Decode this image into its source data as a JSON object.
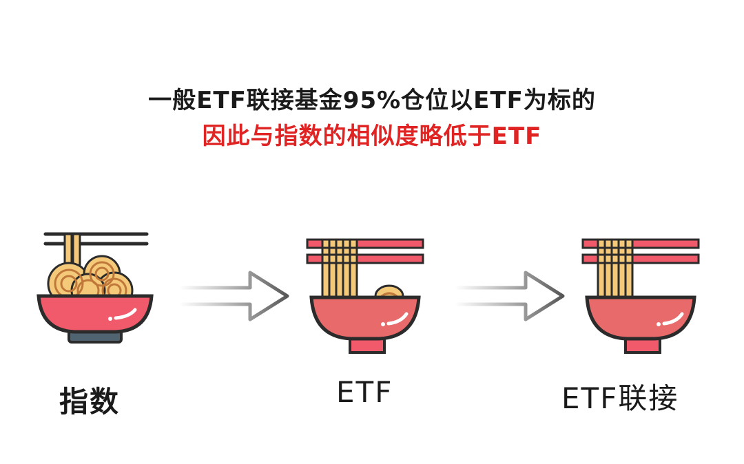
{
  "headline": {
    "line1": "一般ETF联接基金95%仓位以ETF为标的",
    "line2": "因此与指数的相似度略低于ETF"
  },
  "stages": [
    {
      "label": "指数",
      "icon": "noodle-bowl-full-icon"
    },
    {
      "label": "ETF",
      "icon": "noodle-bowl-chopsticks-icon"
    },
    {
      "label": "ETF联接",
      "icon": "noodle-bowl-chopsticks-icon"
    }
  ],
  "connectors": [
    "arrow-right-icon",
    "arrow-right-icon"
  ],
  "colors": {
    "accent_red": "#e02424",
    "bowl": "#f05a6a",
    "bowl_dark": "#e86a6a",
    "noodle": "#f5c97a",
    "outline": "#2b2b2b",
    "base": "#4f6470"
  }
}
